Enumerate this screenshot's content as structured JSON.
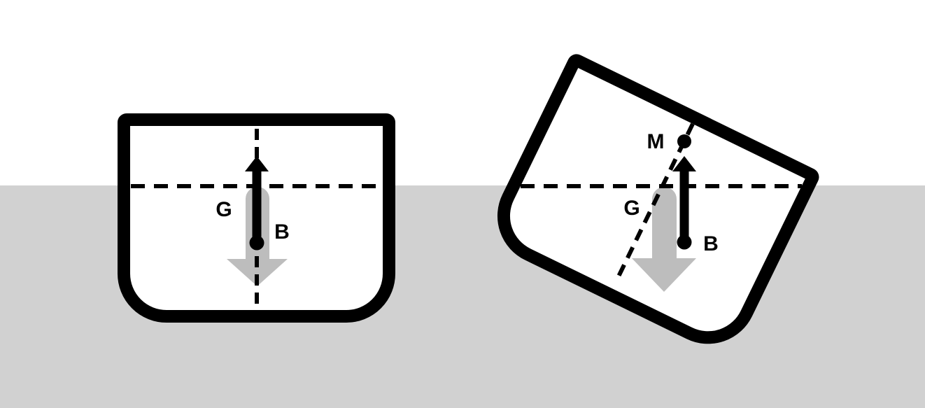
{
  "scene": {
    "background_color": "#ffffff",
    "water_color": "#d1d1d1",
    "outline_color": "#000000",
    "gravity_arrow_color": "#bdbdbd",
    "buoyancy_arrow_color": "#000000"
  },
  "upright_boat": {
    "label_g": "G",
    "label_b": "B"
  },
  "heeled_boat": {
    "label_m": "M",
    "label_g": "G",
    "label_b": "B"
  }
}
